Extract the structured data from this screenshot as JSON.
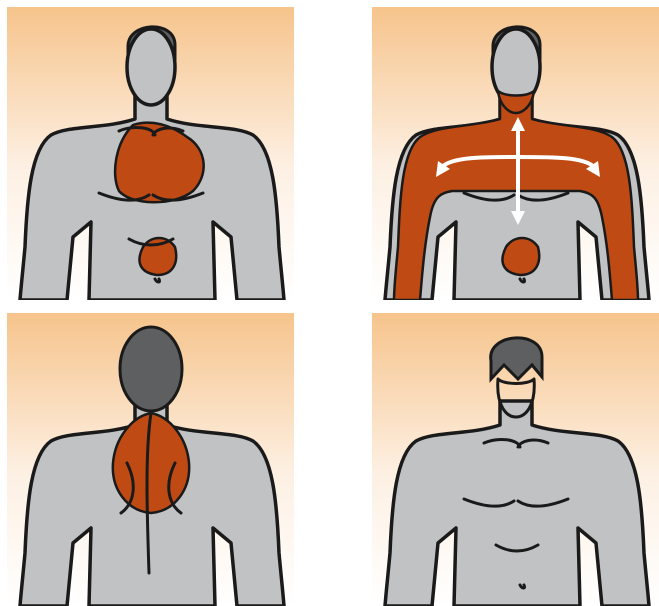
{
  "colors": {
    "background_top": "#f6c48c",
    "background_bottom": "#ffffff",
    "skin": "#c0c2c4",
    "hair": "#5e5f61",
    "outline": "#1a1a1a",
    "pain_area": "#bf4a14",
    "arrow": "#ffffff",
    "face_mask": "#ffffff"
  },
  "panels": [
    {
      "view": "front",
      "highlighted_areas": [
        "chest",
        "upper-abdomen"
      ],
      "arrows": false
    },
    {
      "view": "front",
      "highlighted_areas": [
        "jaw",
        "neck",
        "shoulders",
        "arms",
        "chest-band",
        "upper-abdomen"
      ],
      "arrows": true,
      "arrow_directions": [
        "up",
        "down",
        "left",
        "right"
      ]
    },
    {
      "view": "back",
      "highlighted_areas": [
        "upper-back",
        "back-of-neck"
      ],
      "arrows": false
    },
    {
      "view": "front",
      "highlighted_areas": [],
      "arrows": false,
      "face_icon": "pale-face"
    }
  ]
}
